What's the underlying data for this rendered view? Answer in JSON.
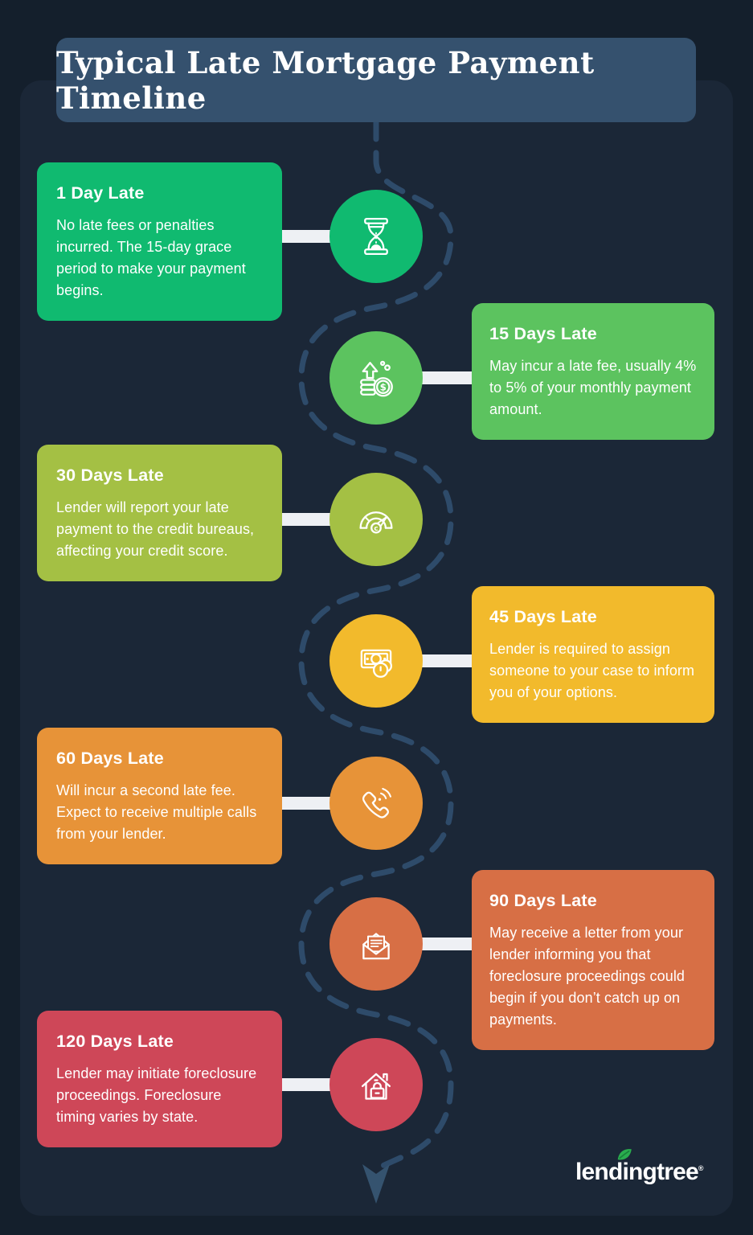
{
  "title": "Typical Late Mortgage Payment Timeline",
  "steps": [
    {
      "label": "1 Day Late",
      "description": "No late fees or penalties incurred. The 15-day grace period to make your payment begins.",
      "side": "left",
      "color": "#10ba70",
      "icon": "hourglass-icon"
    },
    {
      "label": "15 Days Late",
      "description": "May incur a late fee, usually 4% to 5% of your monthly payment amount.",
      "side": "right",
      "color": "#5cc35f",
      "icon": "late-fee-coins-icon"
    },
    {
      "label": "30 Days Late",
      "description": "Lender will report your late payment to the credit bureaus, affecting your credit score.",
      "side": "left",
      "color": "#a4c044",
      "icon": "credit-score-gauge-icon"
    },
    {
      "label": "45 Days Late",
      "description": "Lender is required to assign someone to your case to inform you of your options.",
      "side": "right",
      "color": "#f2ba2c",
      "icon": "payment-clock-icon"
    },
    {
      "label": "60 Days Late",
      "description": "Will incur a second late fee. Expect to receive multiple calls from your lender.",
      "side": "left",
      "color": "#e79338",
      "icon": "phone-call-icon"
    },
    {
      "label": "90 Days Late",
      "description": "May receive a letter from your lender informing you that foreclosure proceedings could begin if you don’t catch up on payments.",
      "side": "right",
      "color": "#d76f45",
      "icon": "letter-envelope-icon"
    },
    {
      "label": "120 Days Late",
      "description": "Lender may initiate foreclosure proceedings. Foreclosure timing varies by state.",
      "side": "left",
      "color": "#ce4758",
      "icon": "house-lock-icon"
    }
  ],
  "icons": {
    "dollar_sign": "$",
    "gauge_letter": "c"
  },
  "logo": {
    "prefix": "lend",
    "i_letter": "i",
    "suffix": "ngtree",
    "registered": "®",
    "full_name": "lendingtree",
    "leaf_color": "#2aad4e"
  },
  "colors": {
    "background": "#141f2c",
    "panel": "#1b2737",
    "banner": "#35516e",
    "dashed_path": "#2e4b6a",
    "connector": "#eef0f4",
    "text": "#ffffff"
  }
}
